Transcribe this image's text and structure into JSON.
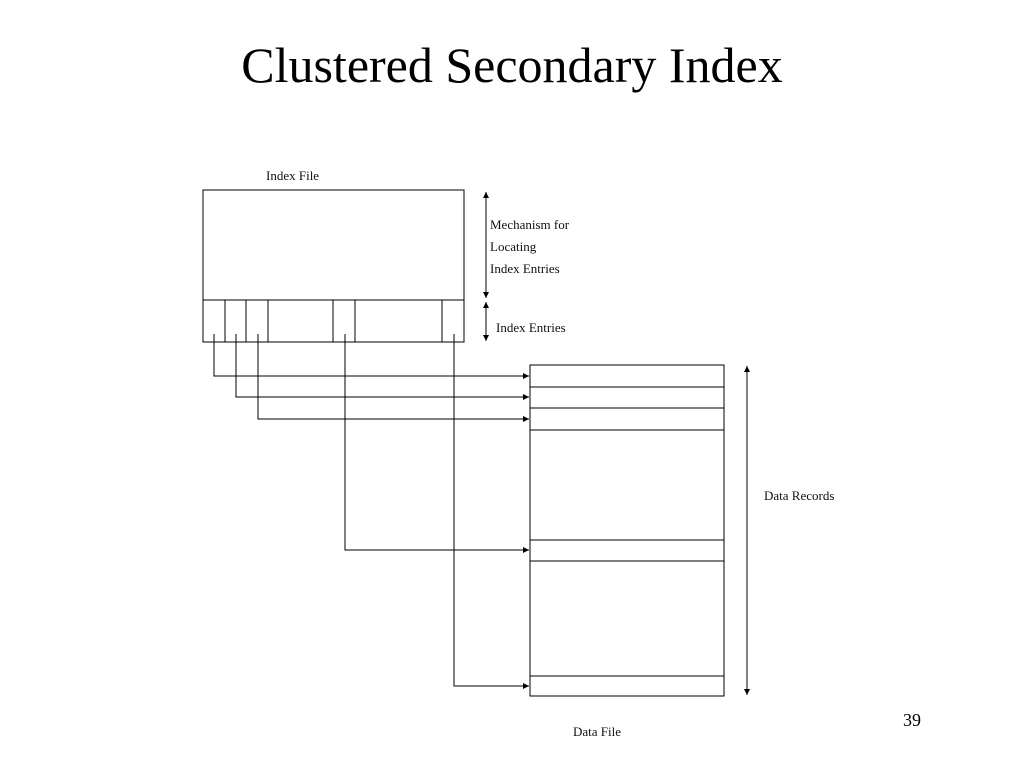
{
  "slide": {
    "title": "Clustered Secondary Index",
    "page_number": "39"
  },
  "diagram": {
    "index_file_label": "Index File",
    "mechanism_label_lines": [
      "Mechanism for",
      "Locating",
      "Index Entries"
    ],
    "index_entries_label": "Index Entries",
    "data_records_label": "Data Records",
    "data_file_label": "Data File"
  }
}
